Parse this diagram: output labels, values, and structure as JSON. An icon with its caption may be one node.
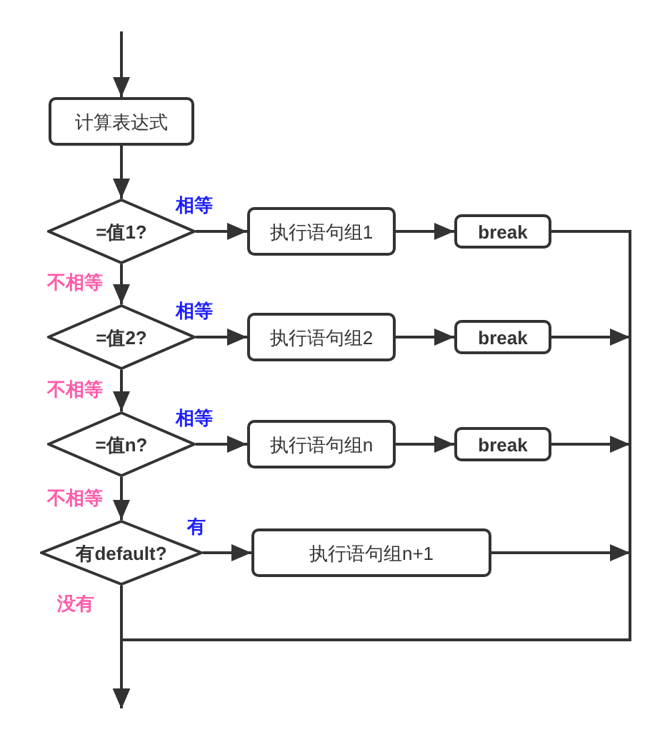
{
  "diagram": {
    "nodes": [
      {
        "text": [
          "计算表达式"
        ]
      },
      {
        "text": [
          "=值1?"
        ]
      },
      {
        "text": [
          "执行语句组1"
        ]
      },
      {
        "text": [
          "break"
        ]
      },
      {
        "text": [
          "=值2?"
        ]
      },
      {
        "text": [
          "执行语句组2"
        ]
      },
      {
        "text": [
          "break"
        ]
      },
      {
        "text": [
          "=值n?"
        ]
      },
      {
        "text": [
          "执行语句组n"
        ]
      },
      {
        "text": [
          "break"
        ]
      },
      {
        "text": [
          "有default?"
        ]
      },
      {
        "text": [
          "执行语句组n+1"
        ]
      }
    ],
    "edges": [
      {
        "from": null,
        "to": 0,
        "arrow": "to"
      },
      {
        "from": 0,
        "to": 1,
        "arrow": "to"
      },
      {
        "from": 1,
        "to": 2,
        "arrow": "to",
        "label": "相等"
      },
      {
        "from": 2,
        "to": 3,
        "arrow": "to"
      },
      {
        "from": 1,
        "to": 4,
        "arrow": "to",
        "label": "不相等"
      },
      {
        "from": 4,
        "to": 5,
        "arrow": "to",
        "label": "相等"
      },
      {
        "from": 5,
        "to": 6,
        "arrow": "to"
      },
      {
        "from": 4,
        "to": 7,
        "arrow": "to",
        "label": "不相等"
      },
      {
        "from": 7,
        "to": 8,
        "arrow": "to",
        "label": "相等"
      },
      {
        "from": 8,
        "to": 9,
        "arrow": "to"
      },
      {
        "from": 7,
        "to": 10,
        "arrow": "to",
        "label": "不相等"
      },
      {
        "from": 10,
        "to": 11,
        "arrow": "to",
        "label": "有"
      },
      {
        "from": 3,
        "to": null,
        "arrow": "to"
      },
      {
        "from": 6,
        "to": null,
        "arrow": "to"
      },
      {
        "from": 9,
        "to": null,
        "arrow": "to"
      },
      {
        "from": 11,
        "to": null,
        "arrow": "to"
      },
      {
        "from": 10,
        "to": null,
        "arrow": "to",
        "label": "没有"
      }
    ]
  }
}
